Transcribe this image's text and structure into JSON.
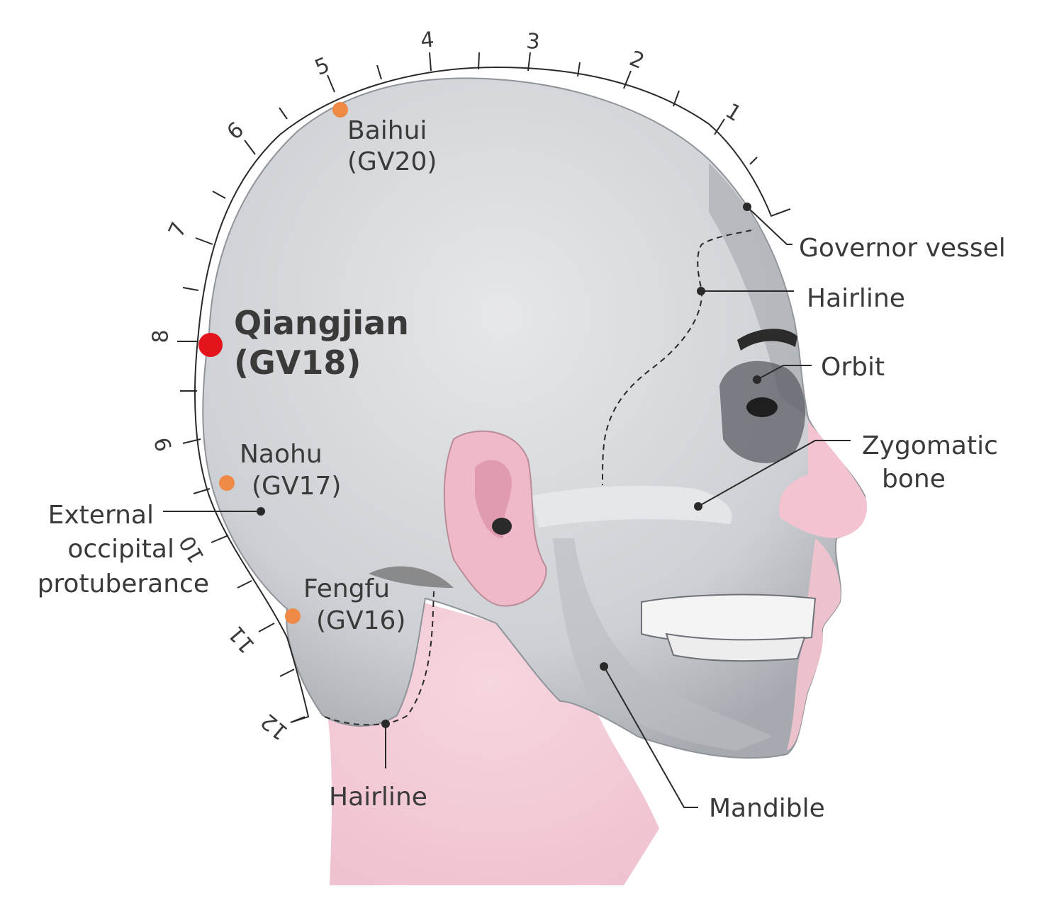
{
  "colors": {
    "skin": "#d4d6da",
    "skin_shadow": "#9fa3a9",
    "neck": "#f2cad6",
    "ear": "#f0b9c8",
    "point_main": "#e3141c",
    "point_other": "#ee8a45",
    "line": "#2a2a2a",
    "text": "#3a3a3a"
  },
  "scale_ticks": [
    "1",
    "2",
    "3",
    "4",
    "5",
    "6",
    "7",
    "8",
    "9",
    "10",
    "11",
    "12"
  ],
  "points": {
    "main": {
      "name": "Qiangjian",
      "code": "(GV18)"
    },
    "baihui": {
      "name": "Baihui",
      "code": "(GV20)"
    },
    "naohu": {
      "name": "Naohu",
      "code": "(GV17)"
    },
    "fengfu": {
      "name": "Fengfu",
      "code": "(GV16)"
    }
  },
  "labels": {
    "governor_vessel": "Governor vessel",
    "hairline_front": "Hairline",
    "orbit": "Orbit",
    "zygomatic_1": "Zygomatic",
    "zygomatic_2": "bone",
    "external_1": "External",
    "external_2": "occipital",
    "external_3": "protuberance",
    "hairline_back": "Hairline",
    "mandible": "Mandible"
  }
}
